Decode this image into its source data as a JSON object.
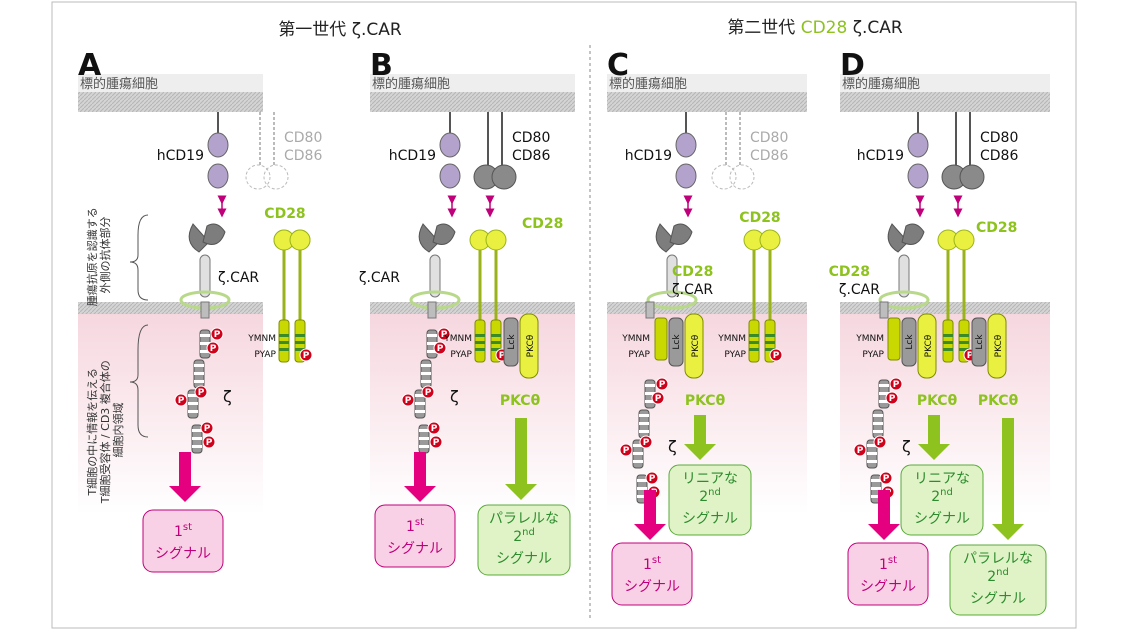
{
  "titles": {
    "first_gen": "第一世代 ζ.CAR",
    "second_gen_prefix": "第二世代 ",
    "second_gen_cd28": "CD28",
    "second_gen_suffix": " ζ.CAR"
  },
  "annotations": {
    "extra_line1": "腫瘍抗原を認識する",
    "extra_line2": "外側の抗体部分",
    "intra_line1": "T細胞の中に情報を伝える",
    "intra_line2": "T細胞受容体 / CD3 複合体の",
    "intra_line3": "細胞内領域"
  },
  "labels": {
    "tumor_cell": "標的腫瘍細胞",
    "hcd19": "hCD19",
    "cd80": "CD80",
    "cd86": "CD86",
    "cd28": "CD28",
    "zeta_car": "ζ.CAR",
    "cd28_zeta_line1": "CD28",
    "cd28_zeta_line2": "ζ.CAR",
    "zeta": "ζ",
    "ymnm": "YMNM",
    "pyap": "PYAP",
    "lck": "Lck",
    "pkc": "PKCθ",
    "p": "P"
  },
  "panels": [
    {
      "letter": "A"
    },
    {
      "letter": "B"
    },
    {
      "letter": "C"
    },
    {
      "letter": "D"
    }
  ],
  "signals": {
    "first_sup": "st",
    "first_word": "シグナル",
    "first_num": "1",
    "second_num": "2",
    "second_sup": "nd",
    "parallel_pre": "パラレルな",
    "linear_pre": "リニアな",
    "second_word": "シグナル"
  },
  "colors": {
    "magenta": "#e5007f",
    "green": "#8dc21f",
    "pink_box": "#f9d1e6",
    "green_box": "#dff3c6",
    "purple": "#b3a3cc",
    "gray": "#8a8a8a"
  }
}
